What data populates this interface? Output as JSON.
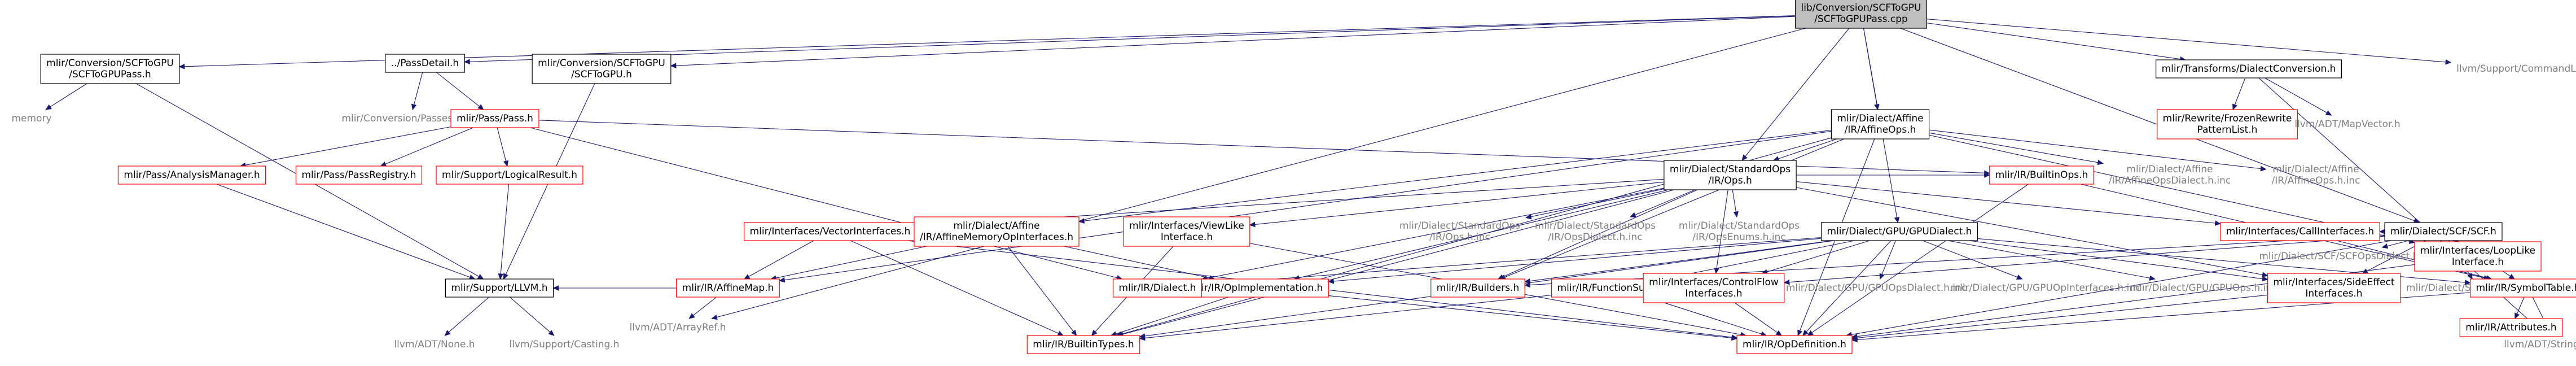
{
  "colors": {
    "root_fill": "#bfbfbf",
    "normal_border": "#000000",
    "link_border": "#ff0000",
    "external_text": "#7f7f7f",
    "text": "#000000",
    "edge": "#191970"
  },
  "nodes": [
    {
      "id": "root",
      "style": "root",
      "lines": [
        "lib/Conversion/SCFToGPU",
        "/SCFToGPUPass.cpp"
      ]
    },
    {
      "id": "scftogpupass_h",
      "style": "normal",
      "lines": [
        "mlir/Conversion/SCFToGPU",
        "/SCFToGPUPass.h"
      ]
    },
    {
      "id": "memory",
      "style": "external",
      "lines": [
        "memory"
      ]
    },
    {
      "id": "passdetail_h",
      "style": "normal",
      "lines": [
        "../PassDetail.h"
      ]
    },
    {
      "id": "passes_h_inc",
      "style": "external",
      "lines": [
        "mlir/Conversion/Passes.h.inc"
      ]
    },
    {
      "id": "pass_pass_h",
      "style": "link",
      "lines": [
        "mlir/Pass/Pass.h"
      ]
    },
    {
      "id": "analysismanager_h",
      "style": "link",
      "lines": [
        "mlir/Pass/AnalysisManager.h"
      ]
    },
    {
      "id": "passregistry_h",
      "style": "link",
      "lines": [
        "mlir/Pass/PassRegistry.h"
      ]
    },
    {
      "id": "logicalresult_h",
      "style": "link",
      "lines": [
        "mlir/Support/LogicalResult.h"
      ]
    },
    {
      "id": "scftogpu_h",
      "style": "normal",
      "lines": [
        "mlir/Conversion/SCFToGPU",
        "/SCFToGPU.h"
      ]
    },
    {
      "id": "affineops_h",
      "style": "normal",
      "lines": [
        "mlir/Dialect/Affine",
        "/IR/AffineOps.h"
      ]
    },
    {
      "id": "affineopsdialect_h_inc",
      "style": "external",
      "lines": [
        "mlir/Dialect/Affine",
        "/IR/AffineOpsDialect.h.inc"
      ]
    },
    {
      "id": "affineops_h_inc",
      "style": "external",
      "lines": [
        "mlir/Dialect/Affine",
        "/IR/AffineOps.h.inc"
      ]
    },
    {
      "id": "standardops_ops_h",
      "style": "normal",
      "lines": [
        "mlir/Dialect/StandardOps",
        "/IR/Ops.h"
      ]
    },
    {
      "id": "builtinops_h",
      "style": "link",
      "lines": [
        "mlir/IR/BuiltinOps.h"
      ]
    },
    {
      "id": "vectorinterfaces_h",
      "style": "link",
      "lines": [
        "mlir/Interfaces/VectorInterfaces.h"
      ]
    },
    {
      "id": "affinememoryopinterfaces_h",
      "style": "link",
      "lines": [
        "mlir/Dialect/Affine",
        "/IR/AffineMemoryOpInterfaces.h"
      ]
    },
    {
      "id": "viewlikeinterface_h",
      "style": "link",
      "lines": [
        "mlir/Interfaces/ViewLike",
        "Interface.h"
      ]
    },
    {
      "id": "ops_h_inc",
      "style": "external",
      "lines": [
        "mlir/Dialect/StandardOps",
        "/IR/Ops.h.inc"
      ]
    },
    {
      "id": "opsdialect_h_inc",
      "style": "external",
      "lines": [
        "mlir/Dialect/StandardOps",
        "/IR/OpsDialect.h.inc"
      ]
    },
    {
      "id": "opsenums_h_inc",
      "style": "external",
      "lines": [
        "mlir/Dialect/StandardOps",
        "/IR/OpsEnums.h.inc"
      ]
    },
    {
      "id": "callinterfaces_h",
      "style": "link",
      "lines": [
        "mlir/Interfaces/CallInterfaces.h"
      ]
    },
    {
      "id": "gpudialect_h",
      "style": "normal",
      "lines": [
        "mlir/Dialect/GPU/GPUDialect.h"
      ]
    },
    {
      "id": "affinemap_h",
      "style": "link",
      "lines": [
        "mlir/IR/AffineMap.h"
      ]
    },
    {
      "id": "opimplementation_h",
      "style": "link",
      "lines": [
        "mlir/IR/OpImplementation.h"
      ]
    },
    {
      "id": "builders_h",
      "style": "link",
      "lines": [
        "mlir/IR/Builders.h"
      ]
    },
    {
      "id": "dialect_h",
      "style": "link",
      "lines": [
        "mlir/IR/Dialect.h"
      ]
    },
    {
      "id": "functionsupport_h",
      "style": "link",
      "lines": [
        "mlir/IR/FunctionSupport.h"
      ]
    },
    {
      "id": "gpuopsdialect_h_inc",
      "style": "external",
      "lines": [
        "mlir/Dialect/GPU/GPUOpsDialect.h.inc"
      ]
    },
    {
      "id": "gpuopinterfaces_h_inc",
      "style": "external",
      "lines": [
        "mlir/Dialect/GPU/GPUOpInterfaces.h.inc"
      ]
    },
    {
      "id": "gpuops_h_inc",
      "style": "external",
      "lines": [
        "mlir/Dialect/GPU/GPUOps.h.inc"
      ]
    },
    {
      "id": "sideeffectinterfaces_h",
      "style": "link",
      "lines": [
        "mlir/Interfaces/SideEffect",
        "Interfaces.h"
      ]
    },
    {
      "id": "controlflowinterfaces_h",
      "style": "link",
      "lines": [
        "mlir/Interfaces/ControlFlow",
        "Interfaces.h"
      ]
    },
    {
      "id": "scf_h",
      "style": "normal",
      "lines": [
        "mlir/Dialect/SCF/SCF.h"
      ]
    },
    {
      "id": "scfopsdialect_h_inc",
      "style": "external",
      "lines": [
        "mlir/Dialect/SCF/SCFOpsDialect.h.inc"
      ]
    },
    {
      "id": "scfops_h_inc",
      "style": "external",
      "lines": [
        "mlir/Dialect/SCF/SCFOps.h.inc"
      ]
    },
    {
      "id": "looplikeinterface_h",
      "style": "link",
      "lines": [
        "mlir/Interfaces/LoopLike",
        "Interface.h"
      ]
    },
    {
      "id": "symboltable_h",
      "style": "link",
      "lines": [
        "mlir/IR/SymbolTable.h"
      ]
    },
    {
      "id": "attributes_h",
      "style": "link",
      "lines": [
        "mlir/IR/Attributes.h"
      ]
    },
    {
      "id": "support_llvm_h",
      "style": "normal",
      "lines": [
        "mlir/Support/LLVM.h"
      ]
    },
    {
      "id": "llvm_none_h",
      "style": "external",
      "lines": [
        "llvm/ADT/None.h"
      ]
    },
    {
      "id": "llvm_casting_h",
      "style": "external",
      "lines": [
        "llvm/Support/Casting.h"
      ]
    },
    {
      "id": "llvm_arrayref_h",
      "style": "external",
      "lines": [
        "llvm/ADT/ArrayRef.h"
      ]
    },
    {
      "id": "builtintypes_h",
      "style": "link",
      "lines": [
        "mlir/IR/BuiltinTypes.h"
      ]
    },
    {
      "id": "opdefinition_h",
      "style": "link",
      "lines": [
        "mlir/IR/OpDefinition.h"
      ]
    },
    {
      "id": "dialectconversion_h",
      "style": "normal",
      "lines": [
        "mlir/Transforms/DialectConversion.h"
      ]
    },
    {
      "id": "rewritefrozen_h",
      "style": "link",
      "lines": [
        "mlir/Rewrite/FrozenRewrite",
        "PatternList.h"
      ]
    },
    {
      "id": "llvm_mapvector_h",
      "style": "external",
      "lines": [
        "llvm/ADT/MapVector.h"
      ]
    },
    {
      "id": "llvm_stringmap_h",
      "style": "external",
      "lines": [
        "llvm/ADT/StringMap.h"
      ]
    },
    {
      "id": "commandline_h",
      "style": "external",
      "lines": [
        "llvm/Support/CommandLine.h"
      ]
    }
  ],
  "edges": [
    [
      "root",
      "scftogpupass_h"
    ],
    [
      "root",
      "passdetail_h"
    ],
    [
      "root",
      "scftogpu_h"
    ],
    [
      "root",
      "affineops_h"
    ],
    [
      "root",
      "standardops_ops_h"
    ],
    [
      "root",
      "gpudialect_h"
    ],
    [
      "root",
      "scf_h"
    ],
    [
      "root",
      "dialectconversion_h"
    ],
    [
      "root",
      "commandline_h"
    ],
    [
      "root",
      "llvm_arrayref_h"
    ],
    [
      "scftogpupass_h",
      "memory"
    ],
    [
      "scftogpupass_h",
      "support_llvm_h"
    ],
    [
      "passdetail_h",
      "passes_h_inc"
    ],
    [
      "passdetail_h",
      "pass_pass_h"
    ],
    [
      "pass_pass_h",
      "analysismanager_h"
    ],
    [
      "pass_pass_h",
      "passregistry_h"
    ],
    [
      "pass_pass_h",
      "logicalresult_h"
    ],
    [
      "pass_pass_h",
      "builtinops_h"
    ],
    [
      "pass_pass_h",
      "dialect_h"
    ],
    [
      "analysismanager_h",
      "support_llvm_h"
    ],
    [
      "logicalresult_h",
      "support_llvm_h"
    ],
    [
      "scftogpu_h",
      "support_llvm_h"
    ],
    [
      "affineops_h",
      "affineopsdialect_h_inc"
    ],
    [
      "affineops_h",
      "affineops_h_inc"
    ],
    [
      "affineops_h",
      "standardops_ops_h"
    ],
    [
      "affineops_h",
      "affinememoryopinterfaces_h"
    ],
    [
      "affineops_h",
      "affinemap_h"
    ],
    [
      "affineops_h",
      "builders_h"
    ],
    [
      "affineops_h",
      "opdefinition_h"
    ],
    [
      "affineops_h",
      "looplikeinterface_h"
    ],
    [
      "affineops_h",
      "builtintypes_h"
    ],
    [
      "standardops_ops_h",
      "builtinops_h"
    ],
    [
      "standardops_ops_h",
      "vectorinterfaces_h"
    ],
    [
      "standardops_ops_h",
      "viewlikeinterface_h"
    ],
    [
      "standardops_ops_h",
      "ops_h_inc"
    ],
    [
      "standardops_ops_h",
      "opsdialect_h_inc"
    ],
    [
      "standardops_ops_h",
      "opsenums_h_inc"
    ],
    [
      "standardops_ops_h",
      "callinterfaces_h"
    ],
    [
      "standardops_ops_h",
      "controlflowinterfaces_h"
    ],
    [
      "standardops_ops_h",
      "sideeffectinterfaces_h"
    ],
    [
      "standardops_ops_h",
      "opimplementation_h"
    ],
    [
      "standardops_ops_h",
      "builders_h"
    ],
    [
      "standardops_ops_h",
      "dialect_h"
    ],
    [
      "standardops_ops_h",
      "builtintypes_h"
    ],
    [
      "builtinops_h",
      "symboltable_h"
    ],
    [
      "builtinops_h",
      "opdefinition_h"
    ],
    [
      "vectorinterfaces_h",
      "affinemap_h"
    ],
    [
      "vectorinterfaces_h",
      "builtintypes_h"
    ],
    [
      "vectorinterfaces_h",
      "opdefinition_h"
    ],
    [
      "affinememoryopinterfaces_h",
      "affinemap_h"
    ],
    [
      "affinememoryopinterfaces_h",
      "builtintypes_h"
    ],
    [
      "affinememoryopinterfaces_h",
      "opimplementation_h"
    ],
    [
      "viewlikeinterface_h",
      "builtintypes_h"
    ],
    [
      "viewlikeinterface_h",
      "opdefinition_h"
    ],
    [
      "callinterfaces_h",
      "symboltable_h"
    ],
    [
      "gpudialect_h",
      "dialect_h"
    ],
    [
      "gpudialect_h",
      "functionsupport_h"
    ],
    [
      "gpudialect_h",
      "builders_h"
    ],
    [
      "gpudialect_h",
      "opimplementation_h"
    ],
    [
      "gpudialect_h",
      "gpuopsdialect_h_inc"
    ],
    [
      "gpudialect_h",
      "gpuopinterfaces_h_inc"
    ],
    [
      "gpudialect_h",
      "gpuops_h_inc"
    ],
    [
      "gpudialect_h",
      "sideeffectinterfaces_h"
    ],
    [
      "gpudialect_h",
      "controlflowinterfaces_h"
    ],
    [
      "gpudialect_h",
      "symboltable_h"
    ],
    [
      "gpudialect_h",
      "builtintypes_h"
    ],
    [
      "gpudialect_h",
      "opdefinition_h"
    ],
    [
      "affinemap_h",
      "support_llvm_h"
    ],
    [
      "affinemap_h",
      "llvm_arrayref_h"
    ],
    [
      "opimplementation_h",
      "builtintypes_h"
    ],
    [
      "opimplementation_h",
      "opdefinition_h"
    ],
    [
      "functionsupport_h",
      "builtintypes_h"
    ],
    [
      "functionsupport_h",
      "opdefinition_h"
    ],
    [
      "sideeffectinterfaces_h",
      "opdefinition_h"
    ],
    [
      "controlflowinterfaces_h",
      "opdefinition_h"
    ],
    [
      "scf_h",
      "callinterfaces_h"
    ],
    [
      "scf_h",
      "builders_h"
    ],
    [
      "scf_h",
      "scfopsdialect_h_inc"
    ],
    [
      "scf_h",
      "scfops_h_inc"
    ],
    [
      "scf_h",
      "controlflowinterfaces_h"
    ],
    [
      "scf_h",
      "looplikeinterface_h"
    ],
    [
      "scf_h",
      "sideeffectinterfaces_h"
    ],
    [
      "scf_h",
      "symboltable_h"
    ],
    [
      "scf_h",
      "opdefinition_h"
    ],
    [
      "looplikeinterface_h",
      "opdefinition_h"
    ],
    [
      "symboltable_h",
      "attributes_h"
    ],
    [
      "symboltable_h",
      "opdefinition_h"
    ],
    [
      "symboltable_h",
      "llvm_stringmap_h"
    ],
    [
      "support_llvm_h",
      "llvm_none_h"
    ],
    [
      "support_llvm_h",
      "llvm_casting_h"
    ],
    [
      "dialectconversion_h",
      "rewritefrozen_h"
    ],
    [
      "dialectconversion_h",
      "llvm_mapvector_h"
    ],
    [
      "dialectconversion_h",
      "llvm_stringmap_h"
    ]
  ]
}
